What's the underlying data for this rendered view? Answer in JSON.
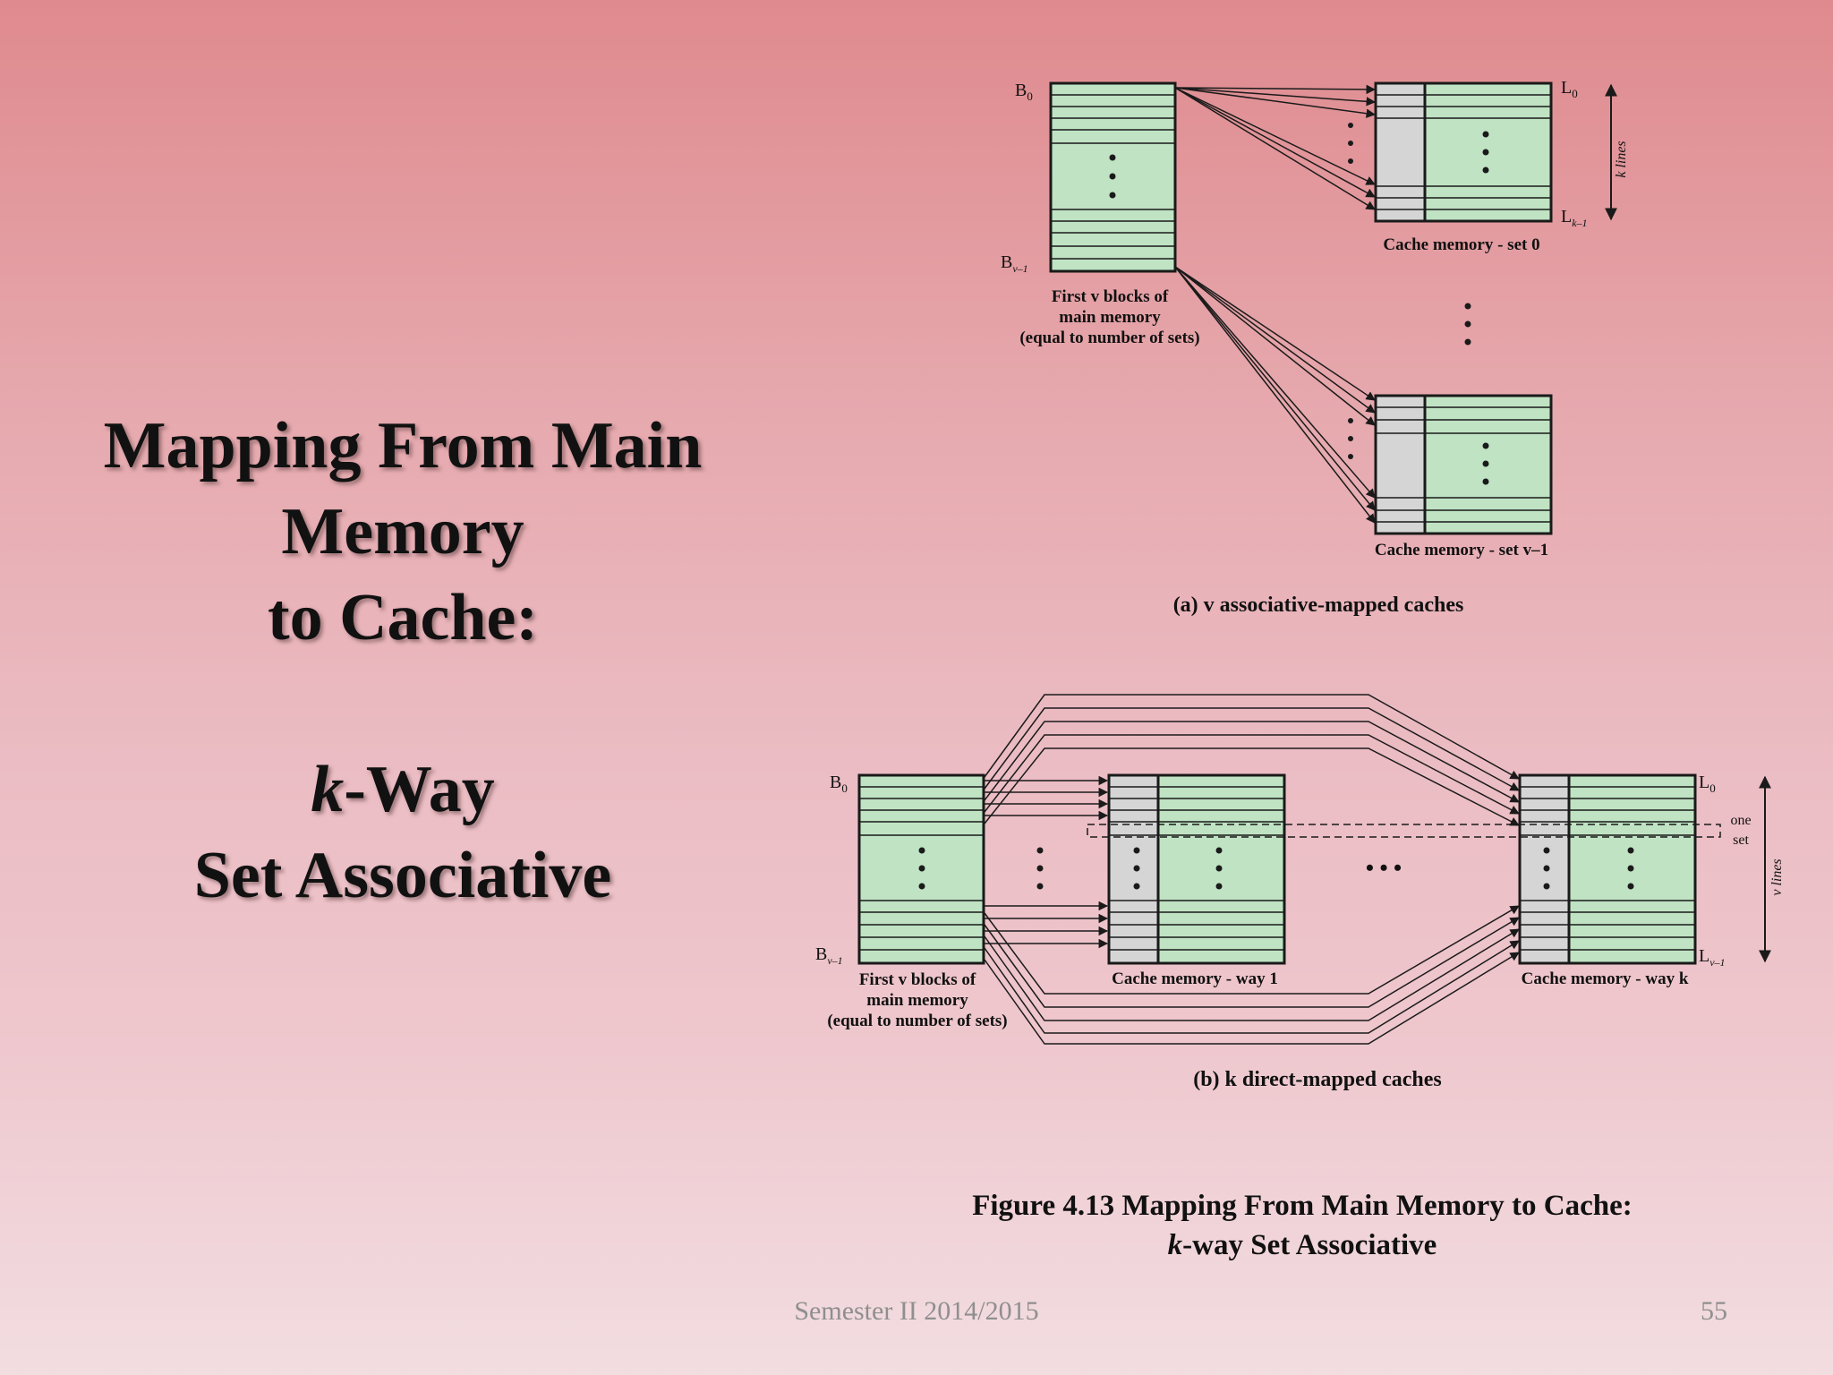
{
  "slide": {
    "title_line1": "Mapping From Main",
    "title_line2": "Memory",
    "title_line3": "to Cache:",
    "title_k": "k",
    "title_way": "-Way",
    "title_line5": "Set Associative"
  },
  "figure": {
    "a": {
      "label_b0": "B",
      "label_b0_sub": "0",
      "label_bv1": "B",
      "label_bv1_sub": "v–1",
      "memory_caption_1": "First v blocks of",
      "memory_caption_2": "main memory",
      "memory_caption_3": "(equal to number of sets)",
      "label_l0": "L",
      "label_l0_sub": "0",
      "label_lk1": "L",
      "label_lk1_sub": "k–1",
      "k_lines": "k lines",
      "cache_set0": "Cache memory - set 0",
      "cache_setv1": "Cache memory - set v–1",
      "caption": "(a) v associative-mapped caches"
    },
    "b": {
      "label_b0": "B",
      "label_b0_sub": "0",
      "label_bv1": "B",
      "label_bv1_sub": "v–1",
      "memory_caption_1": "First v blocks of",
      "memory_caption_2": "main memory",
      "memory_caption_3": "(equal to number of sets)",
      "cache_way1": "Cache memory - way 1",
      "cache_wayk": "Cache memory - way k",
      "label_l0": "L",
      "label_l0_sub": "0",
      "label_lv1": "L",
      "label_lv1_sub": "v–1",
      "one": "one",
      "set": "set",
      "v_lines": "v lines",
      "ellipsis": "• • •",
      "caption": "(b) k direct-mapped caches"
    },
    "caption_line1": "Figure 4.13  Mapping From Main Memory to Cache:",
    "caption_k": "k",
    "caption_line2": "-way Set Associative"
  },
  "footer": {
    "text": "Semester II 2014/2015",
    "page": "55"
  },
  "colors": {
    "block_fill": "#bfe3c3",
    "tag_fill": "#d5d5d5",
    "stroke": "#1a1a1a"
  }
}
